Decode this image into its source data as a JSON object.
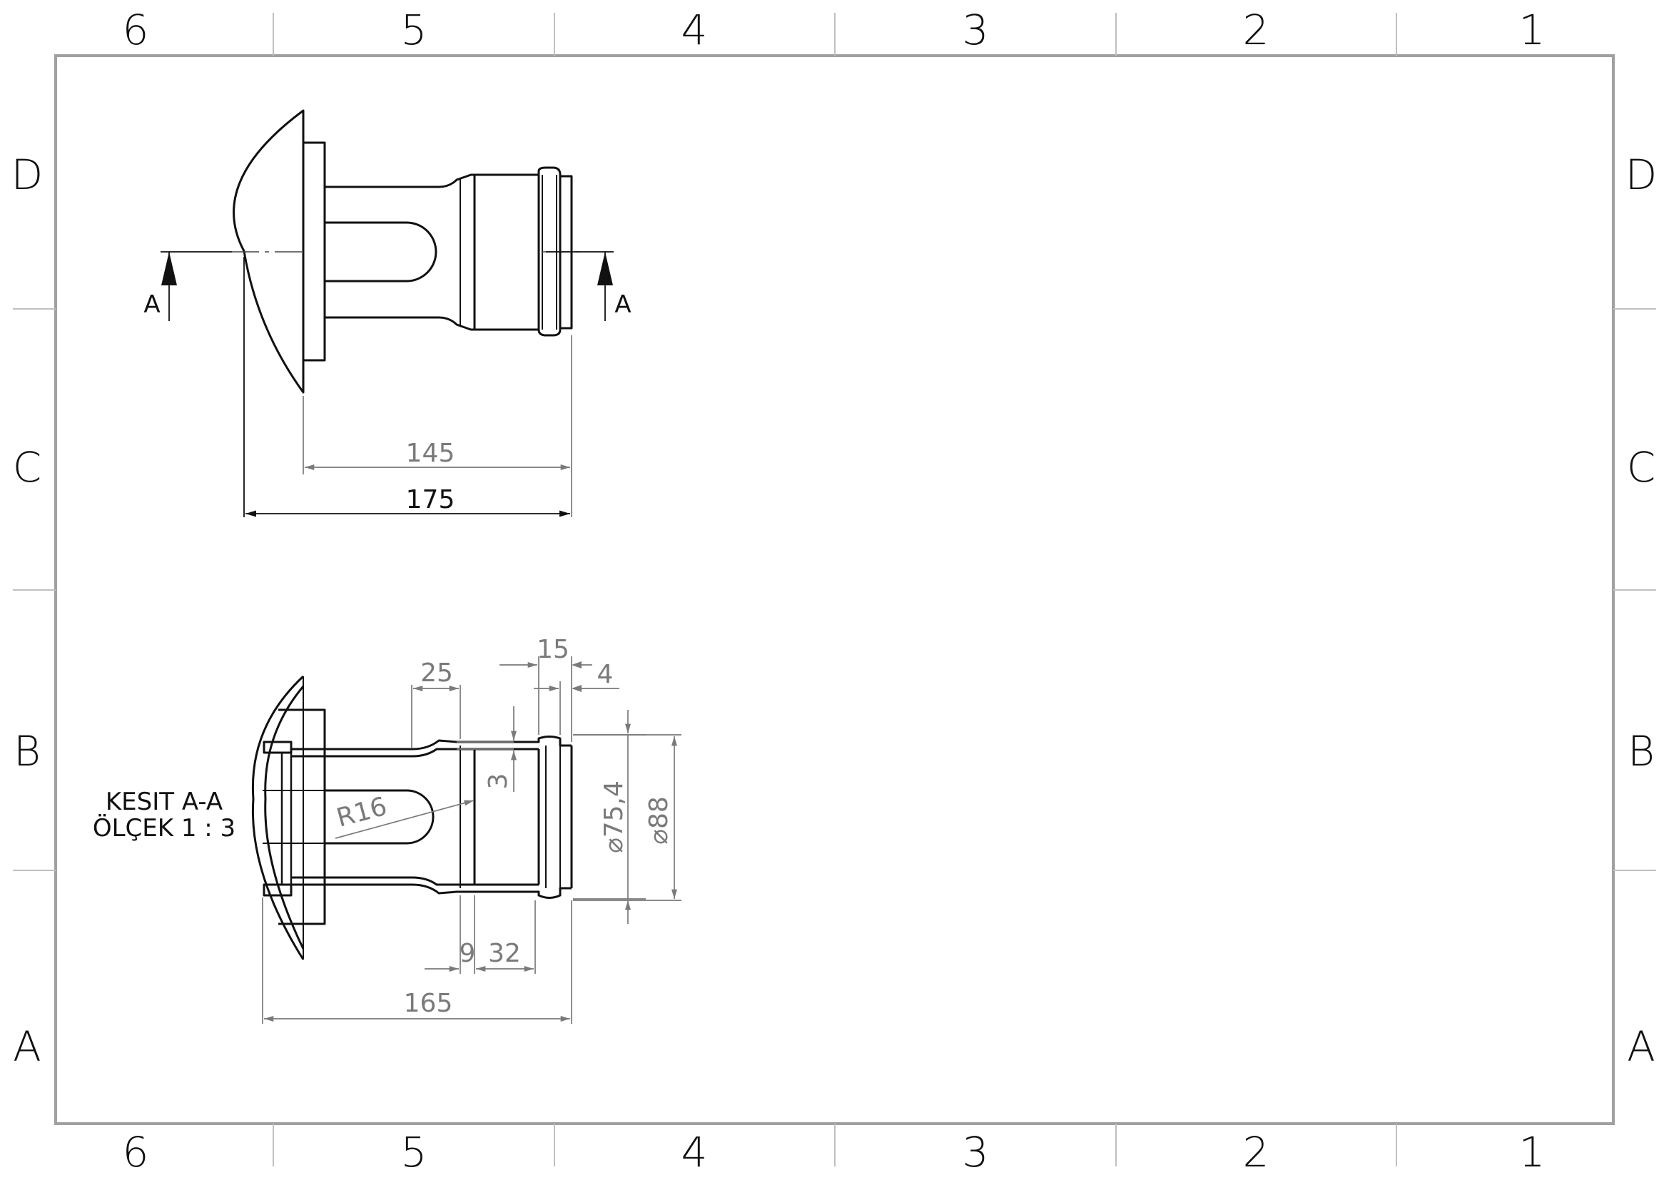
{
  "sheet": {
    "columns": [
      "6",
      "5",
      "4",
      "3",
      "2",
      "1"
    ],
    "rows": [
      "D",
      "C",
      "B",
      "A"
    ]
  },
  "top_view": {
    "section_mark_left": "A",
    "section_mark_right": "A",
    "dim_145": "145",
    "dim_175": "175"
  },
  "section_view": {
    "title": "KESIT A-A",
    "scale": "ÖLÇEK 1 : 3",
    "dim_25": "25",
    "dim_15": "15",
    "dim_4": "4",
    "dim_3": "3",
    "dim_r16": "R16",
    "dim_d754": "⌀75,4",
    "dim_d88": "⌀88",
    "dim_9": "9",
    "dim_32": "32",
    "dim_165": "165"
  },
  "colors": {
    "line": "#111111",
    "dimension": "#7a7a7a",
    "border": "#a0a0a0"
  }
}
